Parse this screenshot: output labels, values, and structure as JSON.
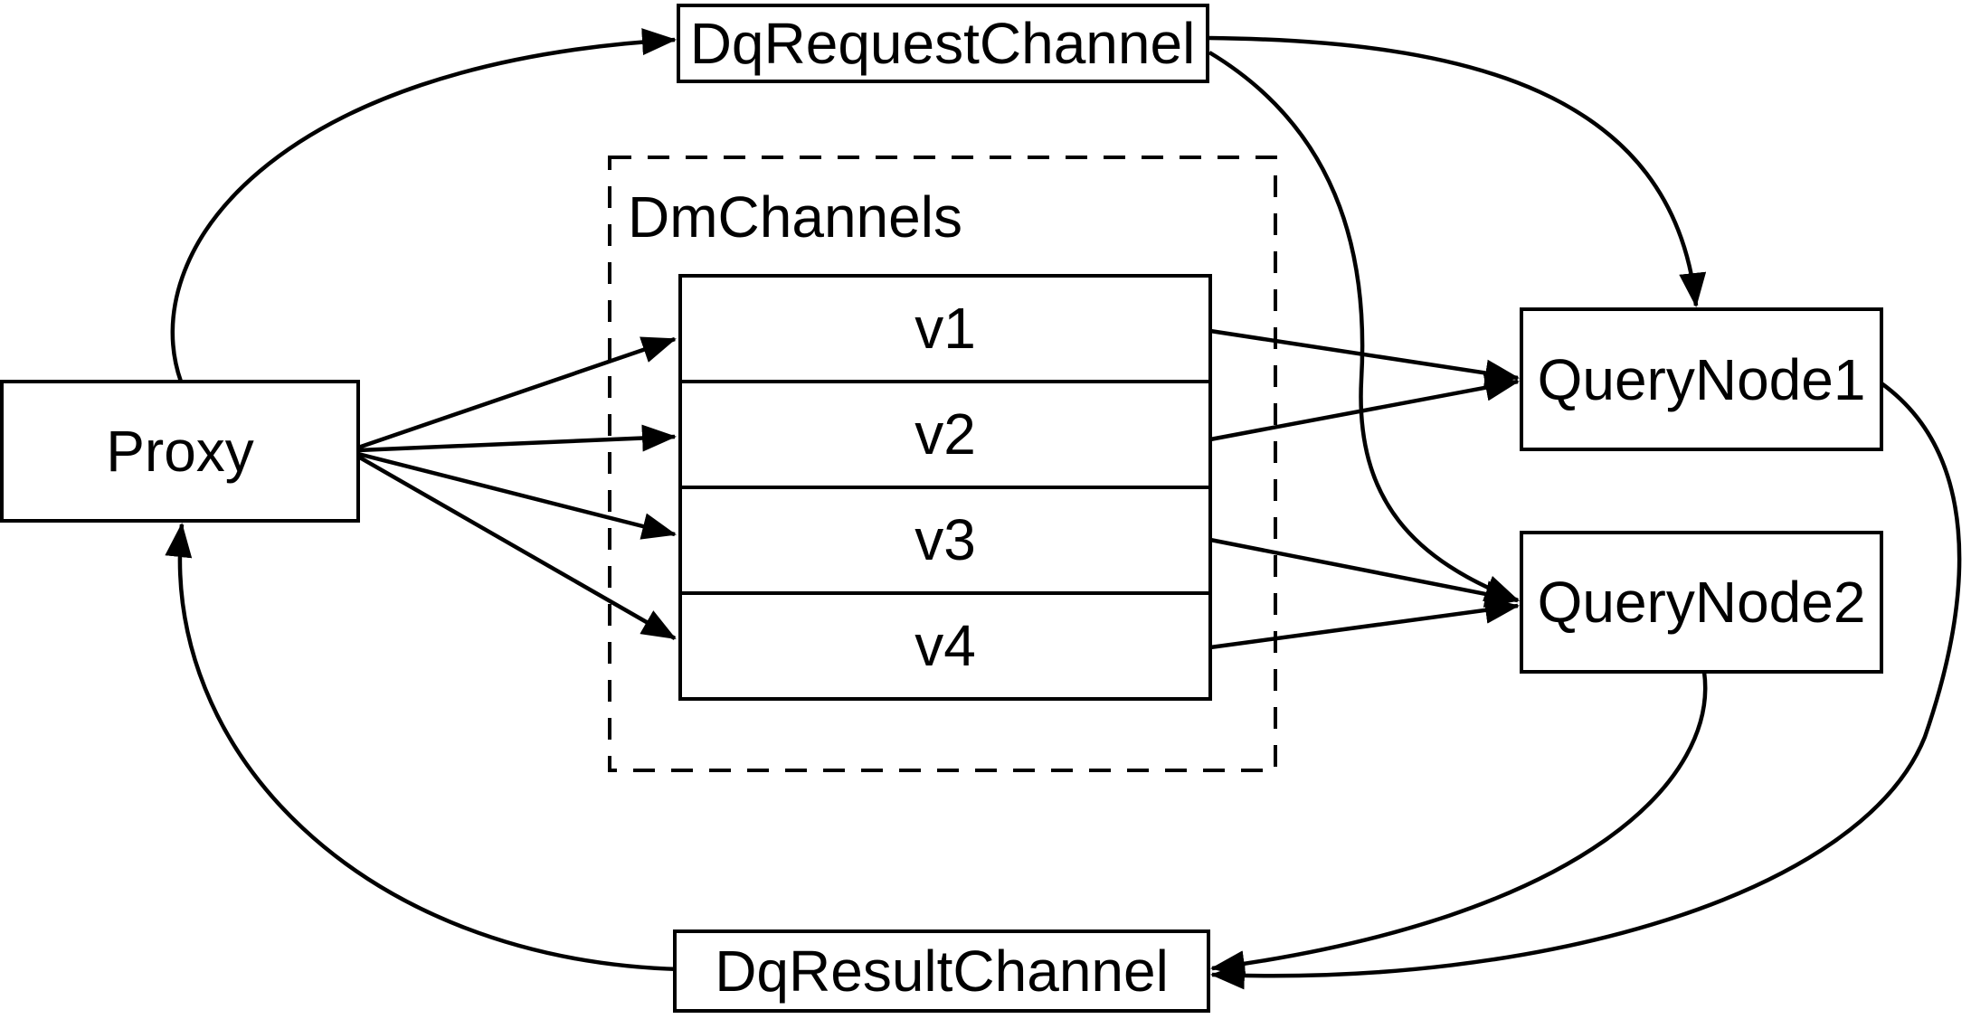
{
  "diagram": {
    "background_color": "#ffffff",
    "line_color": "#000000",
    "node_fill_color": "#ffffff",
    "nodes": {
      "proxy": {
        "label": "Proxy"
      },
      "dq_request_channel": {
        "label": "DqRequestChannel"
      },
      "dm_channels_group": {
        "label": "DmChannels"
      },
      "v_channels": [
        {
          "label": "v1"
        },
        {
          "label": "v2"
        },
        {
          "label": "v3"
        },
        {
          "label": "v4"
        }
      ],
      "query_node_1": {
        "label": "QueryNode1"
      },
      "query_node_2": {
        "label": "QueryNode2"
      },
      "dq_result_channel": {
        "label": "DqResultChannel"
      }
    },
    "edges": [
      {
        "from": "Proxy",
        "to": "DqRequestChannel"
      },
      {
        "from": "DqRequestChannel",
        "to": "QueryNode1"
      },
      {
        "from": "DqRequestChannel",
        "to": "QueryNode2"
      },
      {
        "from": "Proxy",
        "to": "v1"
      },
      {
        "from": "Proxy",
        "to": "v2"
      },
      {
        "from": "Proxy",
        "to": "v3"
      },
      {
        "from": "Proxy",
        "to": "v4"
      },
      {
        "from": "v1",
        "to": "QueryNode1"
      },
      {
        "from": "v2",
        "to": "QueryNode1"
      },
      {
        "from": "v3",
        "to": "QueryNode2"
      },
      {
        "from": "v4",
        "to": "QueryNode2"
      },
      {
        "from": "QueryNode1",
        "to": "DqResultChannel"
      },
      {
        "from": "QueryNode2",
        "to": "DqResultChannel"
      },
      {
        "from": "DqResultChannel",
        "to": "Proxy"
      }
    ]
  }
}
